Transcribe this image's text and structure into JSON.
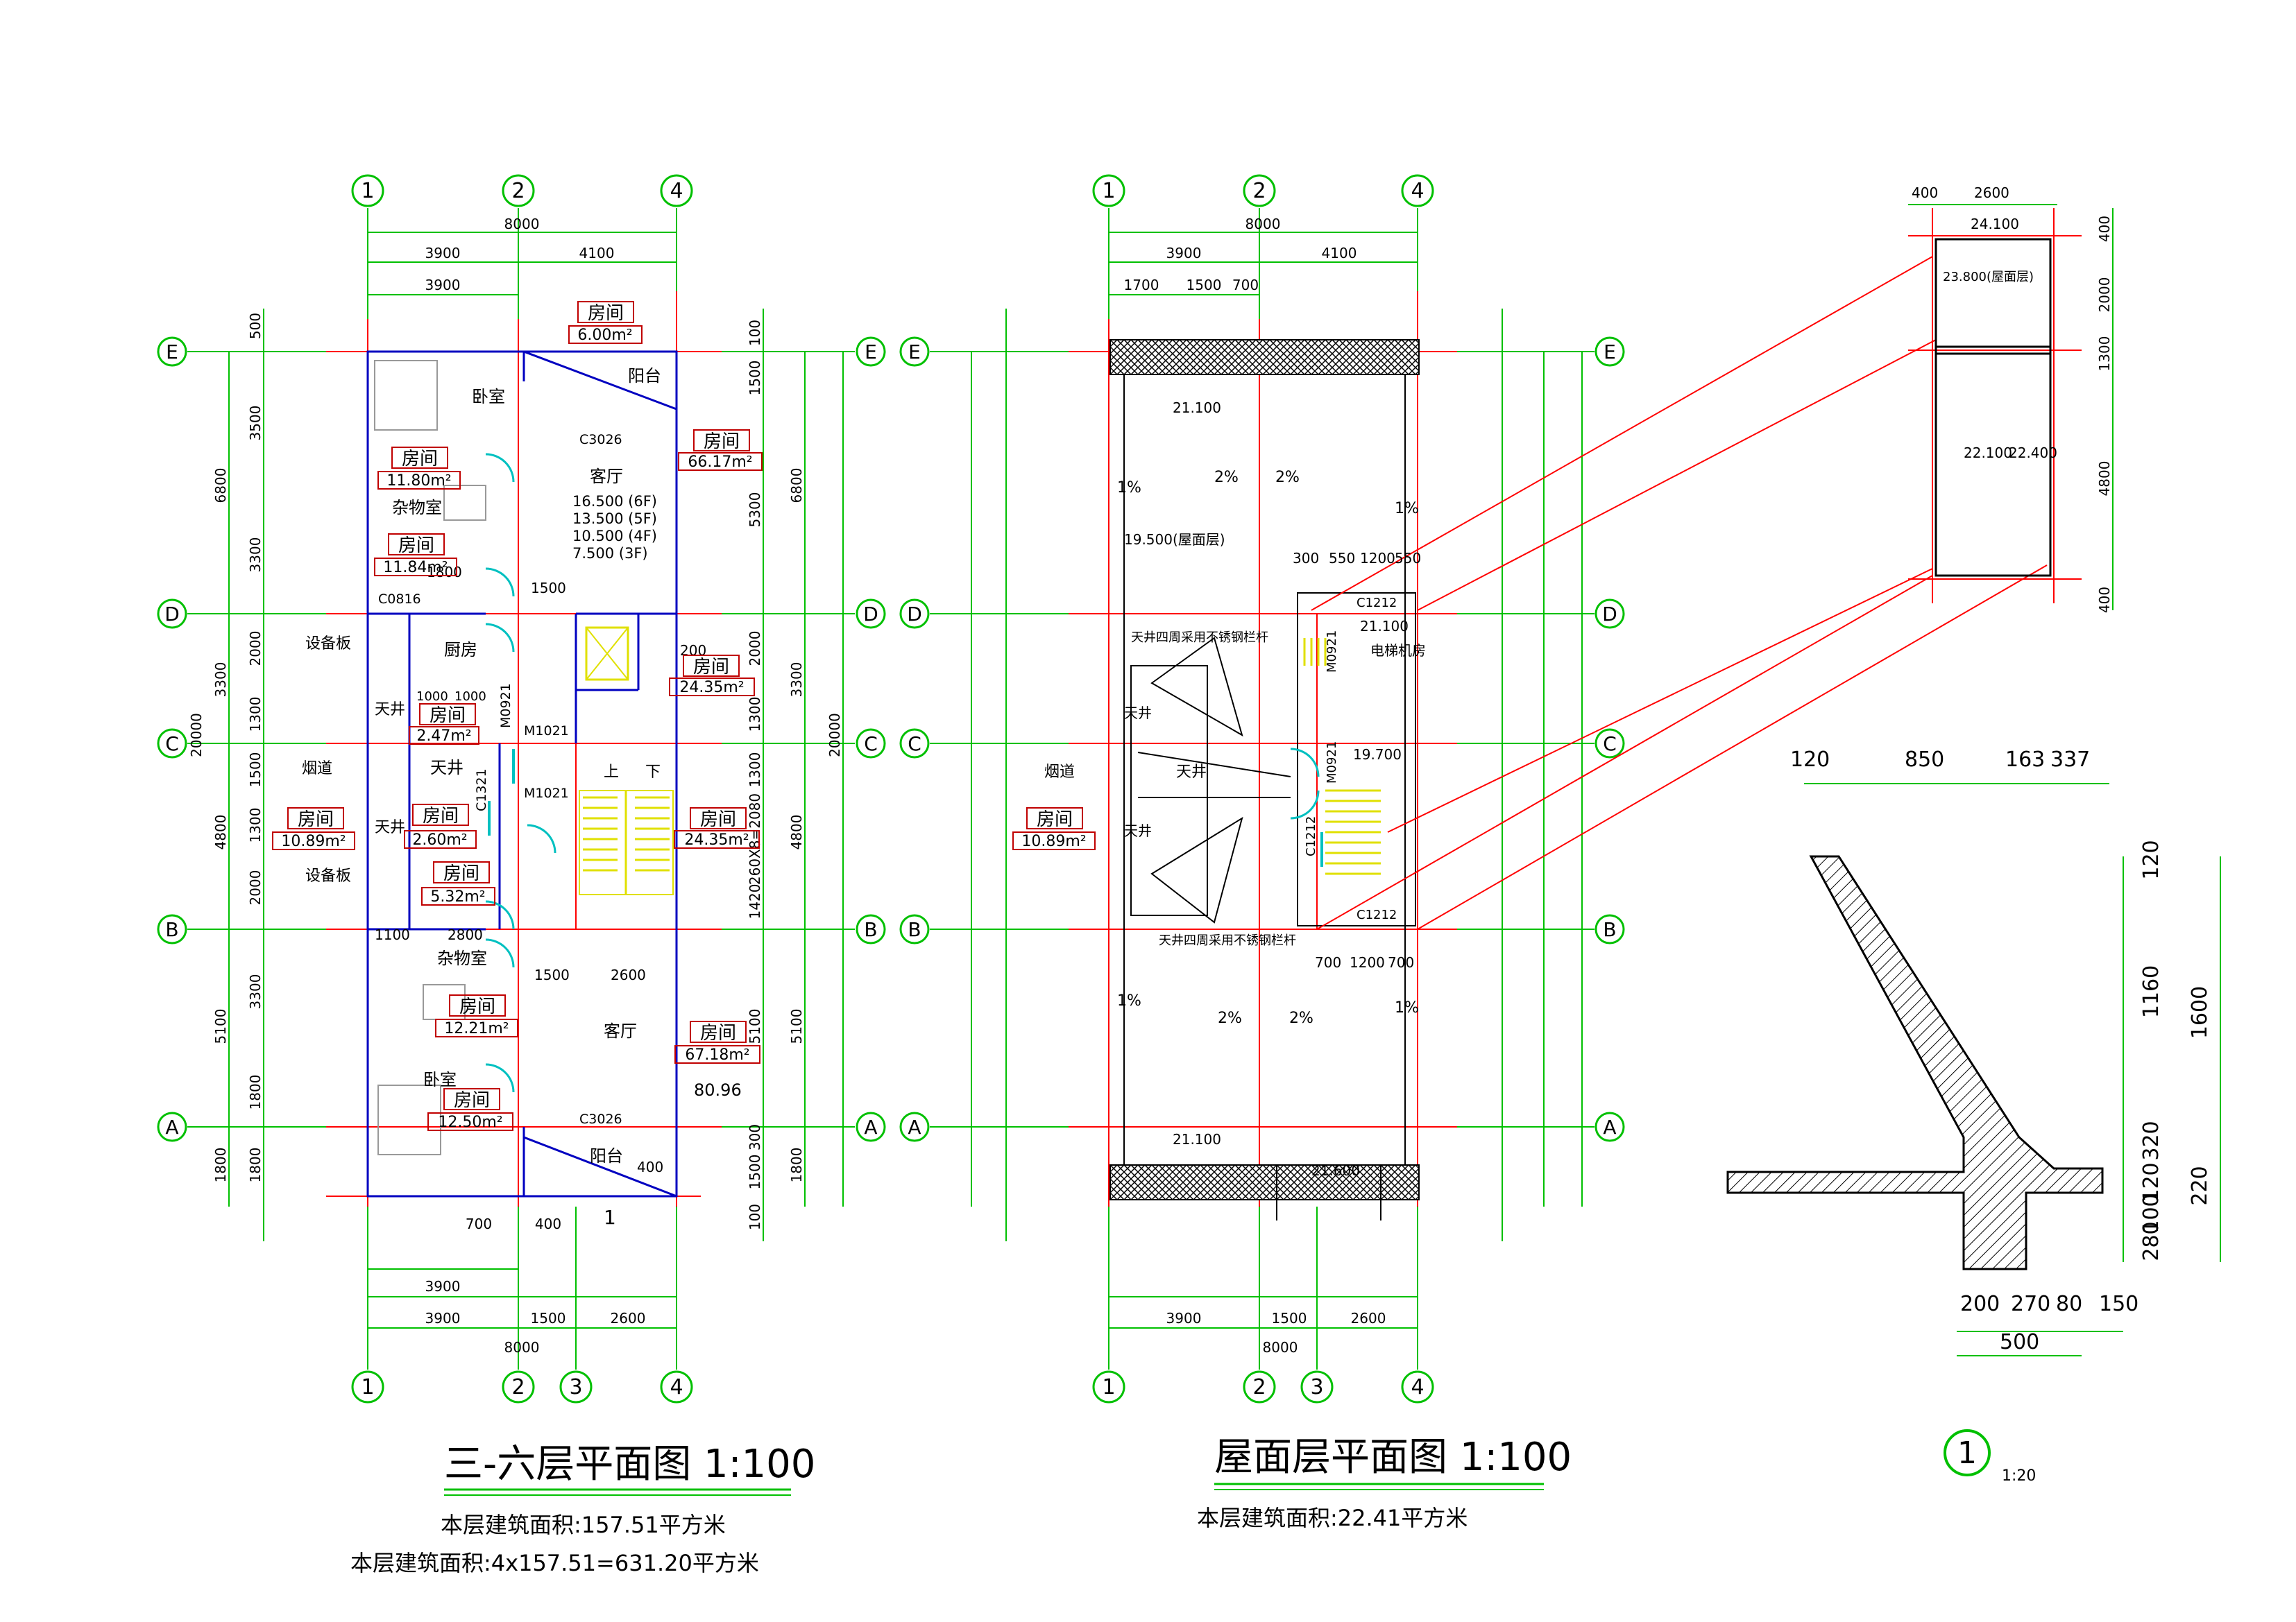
{
  "colors": {
    "grid_line": "#ff0000",
    "dimension": "#00c000",
    "wall": "#0000c0",
    "label_box": "#c00000",
    "text": "#000000",
    "door": "#00c0c0",
    "stair": "#e0e000",
    "section_hatch": "#000000"
  },
  "plan_left": {
    "title": "三-六层平面图 1:100",
    "area_line1": "本层建筑面积:157.51平方米",
    "area_line2": "本层建筑面积:4x157.51=631.20平方米",
    "axis_top": [
      "1",
      "2",
      "4"
    ],
    "axis_bottom": [
      "1",
      "2",
      "3",
      "4"
    ],
    "axis_left": [
      "E",
      "D",
      "C",
      "B",
      "A"
    ],
    "axis_right": [
      "E",
      "D",
      "C",
      "B",
      "A"
    ],
    "dim_top": {
      "total": "8000",
      "seg1": "3900",
      "seg2": "4100",
      "seg3": "3900"
    },
    "dim_bottom": {
      "a": "3900",
      "b": "3900",
      "c": "1500",
      "d": "2600",
      "total": "8000",
      "e": "700",
      "f": "400"
    },
    "dim_left_outer": [
      "6800",
      "3300",
      "4800",
      "5100",
      "1800"
    ],
    "dim_left_total": "20000",
    "dim_left_inner": [
      "500",
      "3500",
      "3300",
      "2000",
      "1300",
      "1500",
      "1300",
      "2000",
      "3300",
      "1800",
      "1800"
    ],
    "dim_right_inner": [
      "100",
      "1500",
      "5300",
      "2000",
      "1300",
      "1300",
      "260X8=2080",
      "1420",
      "5100",
      "300",
      "1500",
      "100"
    ],
    "dim_right_outer": [
      "6800",
      "3300",
      "4800",
      "5100",
      "1800"
    ],
    "dim_right_total": "20000",
    "rooms": [
      {
        "label": "房间",
        "area": "6.00m²"
      },
      {
        "label": "房间",
        "area": "66.17m²"
      },
      {
        "label": "房间",
        "area": "11.80m²"
      },
      {
        "label": "房间",
        "area": "11.84m²"
      },
      {
        "label": "房间",
        "area": "24.35m²"
      },
      {
        "label": "房间",
        "area": "2.47m²"
      },
      {
        "label": "房间",
        "area": "10.89m²"
      },
      {
        "label": "房间",
        "area": "2.60m²"
      },
      {
        "label": "房间",
        "area": "24.35m²"
      },
      {
        "label": "房间",
        "area": "5.32m²"
      },
      {
        "label": "房间",
        "area": "12.21m²"
      },
      {
        "label": "房间",
        "area": "67.18m²"
      },
      {
        "label": "房间",
        "area": "12.50m²"
      }
    ],
    "room_names": {
      "balcony_top": "阳台",
      "bedroom_top": "卧室",
      "living_top": "客厅",
      "storage_top": "杂物室",
      "kitchen": "厨房",
      "equip_top": "设备板",
      "shaft1": "天井",
      "shaft2": "天井",
      "shaft3": "天井",
      "flue": "烟道",
      "equip_bottom": "设备板",
      "storage_bottom": "杂物室",
      "living_bottom": "客厅",
      "bedroom_bottom": "卧室",
      "balcony_bottom": "阳台",
      "stair_up": "上",
      "stair_down": "下"
    },
    "window_tags": [
      "C3026",
      "C0816",
      "C3026",
      "M1021",
      "M1021",
      "C1321",
      "M0921"
    ],
    "elevations": [
      "16.500 (6F)",
      "13.500 (5F)",
      "10.500 (4F)",
      "7.500 (3F)"
    ],
    "misc": {
      "area_total": "80.96",
      "dim_1800": "1800",
      "dim_1500": "1500",
      "dim_1100": "1100",
      "dim_2800": "2800",
      "dim_1500b": "1500",
      "dim_2600": "2600",
      "dim_200": "200",
      "dim_400": "400",
      "section_mark": "1",
      "dim_1000": "1000",
      "dim_1000b": "1000"
    }
  },
  "plan_right": {
    "title": "屋面层平面图 1:100",
    "area_line1": "本层建筑面积:22.41平方米",
    "axis_top": [
      "1",
      "2",
      "4"
    ],
    "axis_bottom": [
      "1",
      "2",
      "3",
      "4"
    ],
    "axis_left": [
      "E",
      "D",
      "C",
      "B",
      "A"
    ],
    "axis_right": [
      "E",
      "D",
      "C",
      "B",
      "A"
    ],
    "dim_top": {
      "total": "8000",
      "seg1": "3900",
      "seg2": "4100",
      "a": "1700",
      "b": "1500",
      "c": "700"
    },
    "dim_bottom": {
      "a": "3900",
      "b": "1500",
      "c": "2600",
      "total": "8000"
    },
    "slopes": [
      "2%",
      "2%",
      "1%",
      "1%",
      "2%",
      "2%",
      "1%",
      "1%"
    ],
    "elevations": [
      "21.100",
      "19.500(屋面层)",
      "21.100",
      "19.700",
      "21.100",
      "21.600"
    ],
    "notes": [
      "天井四周采用不锈钢栏杆",
      "天井四周采用不锈钢栏杆"
    ],
    "rooms": [
      {
        "label": "房间",
        "area": "10.89m²"
      }
    ],
    "room_names": {
      "flue": "烟道",
      "shaft1": "天井",
      "shaft2": "天井",
      "shaft3": "天井",
      "machine": "电梯机房"
    },
    "window_tags": [
      "C1212",
      "M0921",
      "C1212",
      "C1212",
      "M0921"
    ],
    "misc": {
      "d300": "300",
      "d550": "550",
      "d1200": "1200",
      "d550b": "550",
      "d700": "700",
      "d1200b": "1200",
      "d700b": "700"
    }
  },
  "detail_top": {
    "dims_top": [
      "400",
      "2600"
    ],
    "elevations": [
      "24.100",
      "23.800(屋面层)",
      "22.100",
      "22.400"
    ],
    "dims_right": [
      "400",
      "2000",
      "1300",
      "4800",
      "400"
    ]
  },
  "detail_section": {
    "dims_top": [
      "120",
      "850",
      "163",
      "337"
    ],
    "dims_right_inner": [
      "120",
      "1160",
      "320",
      "120",
      "100",
      "280"
    ],
    "dims_right_outer": [
      "1600",
      "220"
    ],
    "dims_bottom": [
      "200",
      "270",
      "80",
      "150"
    ],
    "dim_bottom_total": "500",
    "mark_number": "1",
    "mark_scale": "1:20"
  }
}
